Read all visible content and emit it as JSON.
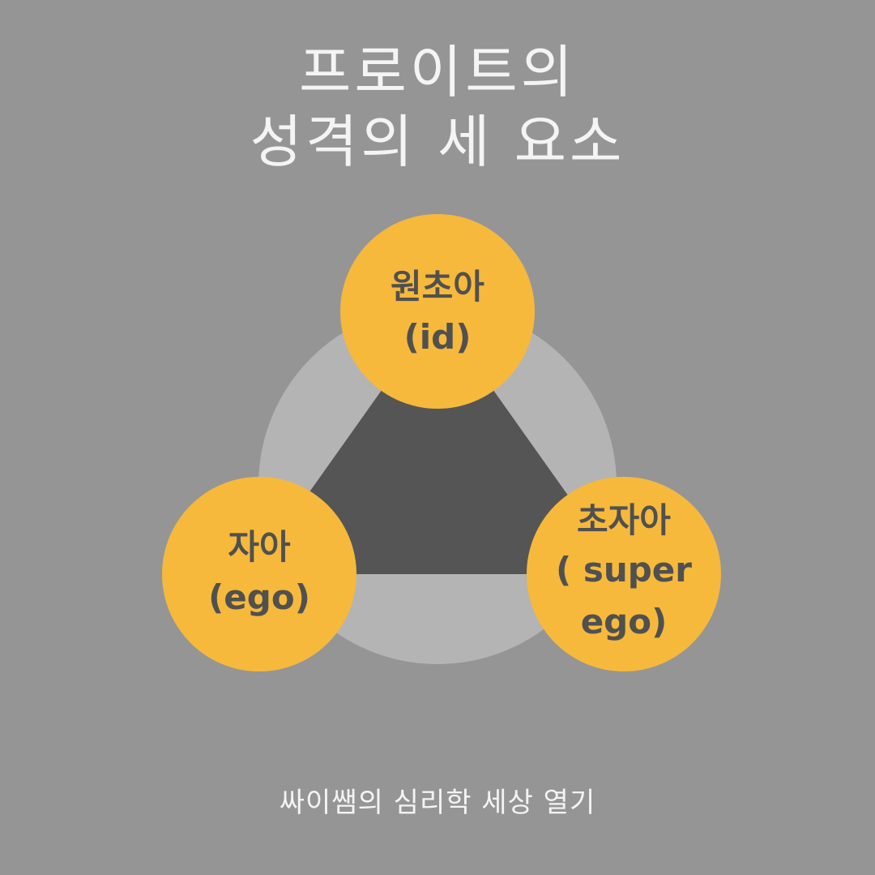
{
  "title": {
    "line1": "프로이트의",
    "line2": "성격의 세 요소"
  },
  "nodes": {
    "id": {
      "ko": "원초아",
      "en": "(id)"
    },
    "ego": {
      "ko": "자아",
      "en": "(ego)"
    },
    "superego": {
      "ko": "초자아",
      "en_line1": "( super",
      "en_line2": "ego)"
    }
  },
  "footer": "싸이쌤의 심리학 세상 열기",
  "colors": {
    "background": "#959595",
    "outer_circle": "#b4b4b4",
    "triangle": "#555555",
    "node_fill": "#f6b93c",
    "node_text": "#505050",
    "title_text": "#f4f4f4"
  }
}
